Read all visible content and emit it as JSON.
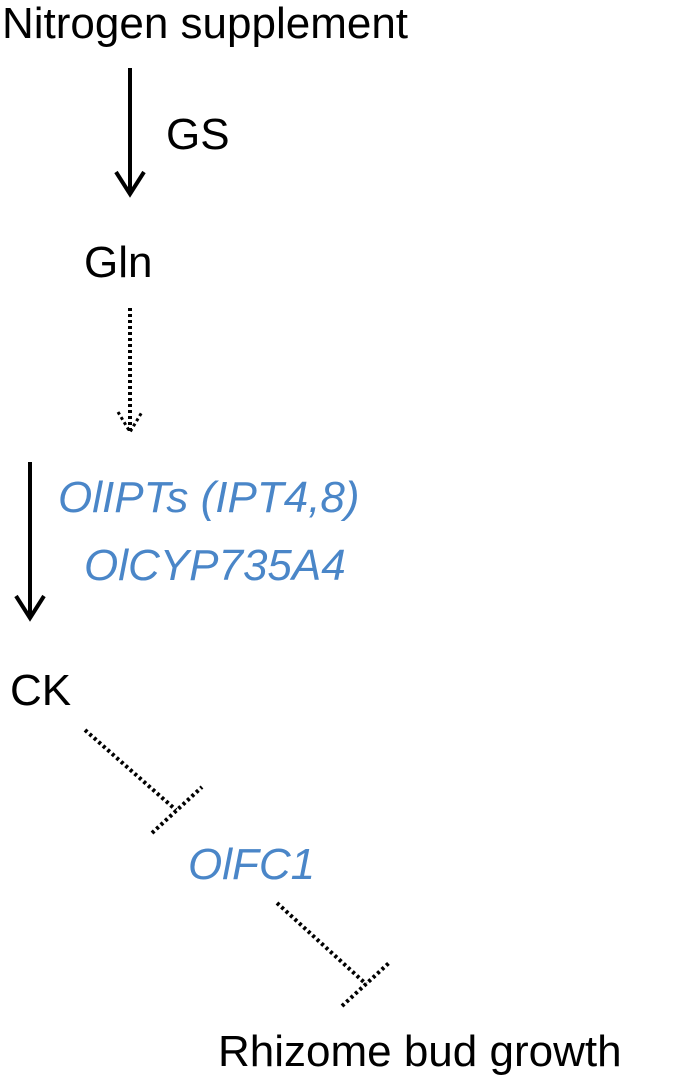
{
  "nodes": {
    "nitrogen": "Nitrogen supplement",
    "gs": "GS",
    "gln": "Gln",
    "olipts": "OlIPTs (IPT4,8)",
    "olcyp": "OlCYP735A4",
    "ck": "CK",
    "olfc1": "OlFC1",
    "rhizome": "Rhizome bud growth"
  },
  "colors": {
    "text": "#000000",
    "gene": "#4a86c8"
  }
}
